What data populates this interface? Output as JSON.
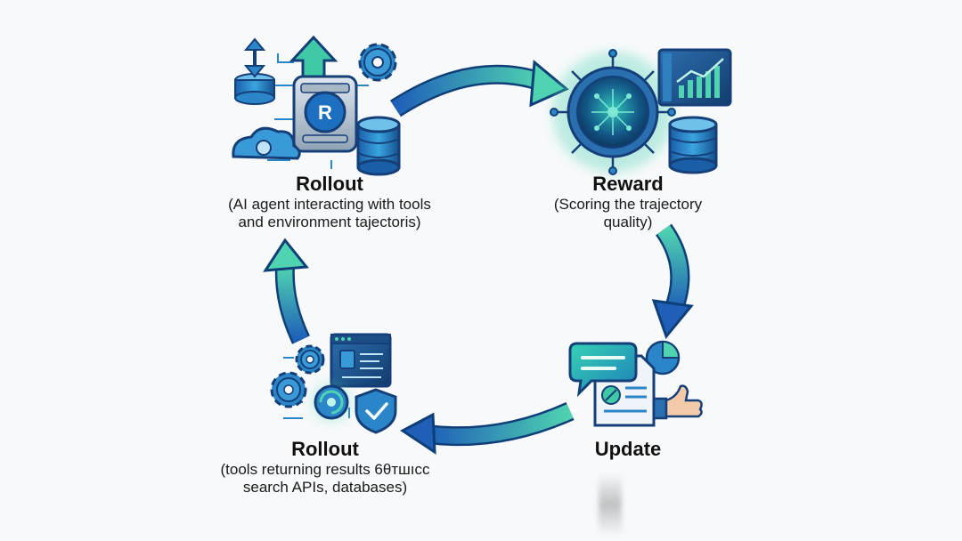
{
  "nodes": {
    "rollout_top": {
      "title": "Rollout",
      "line1": "(AI agent interacting with tools",
      "line2": "and environment tajectoris)",
      "badge": "R"
    },
    "reward": {
      "title": "Reward",
      "line1": "(Scoring the trajectory",
      "line2": "quality)"
    },
    "update": {
      "title": "Update"
    },
    "rollout_bottom": {
      "title": "Rollout",
      "line1": "(tools returning results 6θтшıсс",
      "line2": "search APIs, databases)"
    }
  },
  "colors": {
    "arrow_light": "#4fd3b0",
    "arrow_dark": "#1f5fb8",
    "icon_blue": "#2a86c8",
    "icon_dark": "#153f78",
    "teal": "#2ec4b6"
  },
  "icons": [
    "server-icon",
    "gear-icon",
    "cloud-icon",
    "database-icon",
    "network-orb-icon",
    "line-chart-icon",
    "chat-bubble-icon",
    "document-icon",
    "thumbs-up-hand-icon",
    "terminal-window-icon",
    "shield-check-icon"
  ]
}
